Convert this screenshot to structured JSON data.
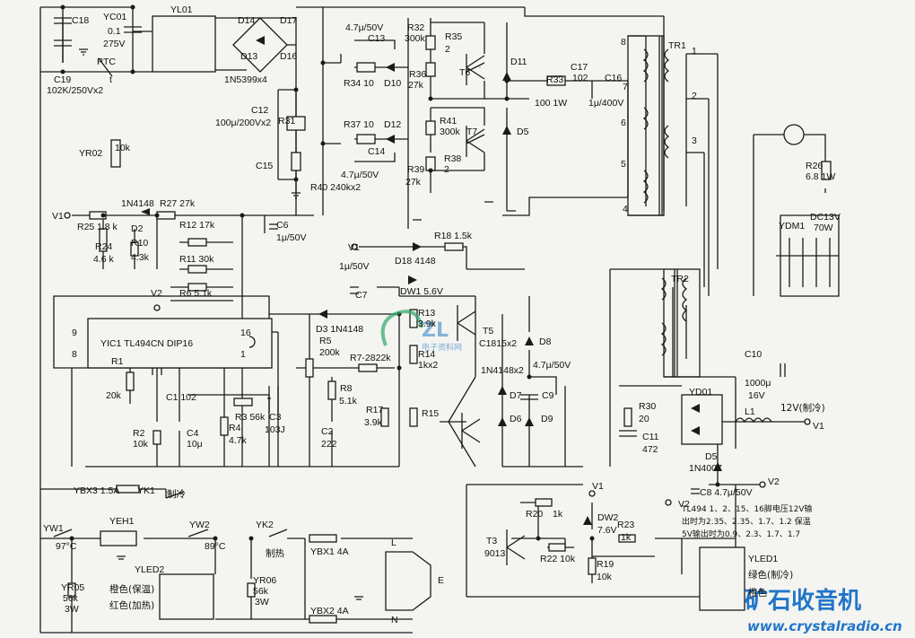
{
  "watermark": {
    "logo_text": "ZL",
    "logo_sub": "电子资料网",
    "site_name": "矿石收音机",
    "site_url": "www.crystalradio.cn"
  },
  "notes": [
    "TL494 1、2、15、16脚电压12V输",
    "出时为2.35、2.35、1.7、1.2 保温",
    "5V输出时为0.9、2.3、1.7、1.7"
  ],
  "labels": [
    {
      "id": "C18",
      "text": "C18"
    },
    {
      "id": "YC01",
      "text": "YC01"
    },
    {
      "id": "YC01_v",
      "text": "0.1"
    },
    {
      "id": "YC01_r",
      "text": "275V"
    },
    {
      "id": "YL01",
      "text": "YL01"
    },
    {
      "id": "D14",
      "text": "D14"
    },
    {
      "id": "D17",
      "text": "D17"
    },
    {
      "id": "D13",
      "text": "D13"
    },
    {
      "id": "D16",
      "text": "D16"
    },
    {
      "id": "PTC",
      "text": "PTC"
    },
    {
      "id": "C19",
      "text": "C19"
    },
    {
      "id": "C19_v",
      "text": "102K/250Vx2"
    },
    {
      "id": "bridge",
      "text": "1N5399x4"
    },
    {
      "id": "C13_v",
      "text": "4.7μ/50V"
    },
    {
      "id": "C13",
      "text": "C13"
    },
    {
      "id": "R32",
      "text": "R32"
    },
    {
      "id": "R32_v",
      "text": "300k"
    },
    {
      "id": "R35",
      "text": "R35"
    },
    {
      "id": "R35_v",
      "text": "2"
    },
    {
      "id": "T6",
      "text": "T6"
    },
    {
      "id": "D11",
      "text": "D11"
    },
    {
      "id": "R34",
      "text": "R34  10"
    },
    {
      "id": "D10",
      "text": "D10"
    },
    {
      "id": "R36",
      "text": "R36"
    },
    {
      "id": "R36_v",
      "text": "27k"
    },
    {
      "id": "R33",
      "text": "R33"
    },
    {
      "id": "R33_v",
      "text": "100  1W"
    },
    {
      "id": "C17",
      "text": "C17"
    },
    {
      "id": "C17_v",
      "text": "102"
    },
    {
      "id": "C16",
      "text": "C16"
    },
    {
      "id": "C16_v",
      "text": "1μ/400V"
    },
    {
      "id": "TR1",
      "text": "TR1"
    },
    {
      "id": "C12",
      "text": "C12"
    },
    {
      "id": "C12_v",
      "text": "100μ/200Vx2"
    },
    {
      "id": "R31",
      "text": "R31"
    },
    {
      "id": "R37",
      "text": "R37  10"
    },
    {
      "id": "D12",
      "text": "D12"
    },
    {
      "id": "R41",
      "text": "R41"
    },
    {
      "id": "R41_v",
      "text": "300k"
    },
    {
      "id": "T7",
      "text": "T7"
    },
    {
      "id": "D5",
      "text": "D5"
    },
    {
      "id": "C14",
      "text": "C14"
    },
    {
      "id": "R38",
      "text": "R38"
    },
    {
      "id": "R38_v",
      "text": "2"
    },
    {
      "id": "C14_v",
      "text": "4.7μ/50V"
    },
    {
      "id": "R39",
      "text": "R39"
    },
    {
      "id": "R39_v",
      "text": "27k"
    },
    {
      "id": "C15",
      "text": "C15"
    },
    {
      "id": "R40",
      "text": "R40 240kx2"
    },
    {
      "id": "YR02",
      "text": "YR02"
    },
    {
      "id": "YR02_v",
      "text": "10k"
    },
    {
      "id": "R26",
      "text": "R26"
    },
    {
      "id": "R26_v",
      "text": "6.8  1W"
    },
    {
      "id": "YDM1",
      "text": "YDM1"
    },
    {
      "id": "DC13V",
      "text": "DC13V"
    },
    {
      "id": "70W",
      "text": "70W"
    },
    {
      "id": "p8",
      "text": "8"
    },
    {
      "id": "p7",
      "text": "7"
    },
    {
      "id": "p6",
      "text": "6"
    },
    {
      "id": "p5",
      "text": "5"
    },
    {
      "id": "p4",
      "text": "4"
    },
    {
      "id": "p1",
      "text": "1"
    },
    {
      "id": "p2",
      "text": "2"
    },
    {
      "id": "p3",
      "text": "3"
    },
    {
      "id": "D2a",
      "text": "1N4148"
    },
    {
      "id": "R27",
      "text": "R27  27k"
    },
    {
      "id": "V1a",
      "text": "V1"
    },
    {
      "id": "R25",
      "text": "R25"
    },
    {
      "id": "R25_v",
      "text": "1.8 k"
    },
    {
      "id": "D2",
      "text": "D2"
    },
    {
      "id": "R12",
      "text": "R12  17k"
    },
    {
      "id": "C6",
      "text": "C6"
    },
    {
      "id": "C6_v",
      "text": "1μ/50V"
    },
    {
      "id": "R24",
      "text": "R24"
    },
    {
      "id": "R24_v",
      "text": "4.6 k"
    },
    {
      "id": "R10",
      "text": "R10"
    },
    {
      "id": "R10_v",
      "text": "4.3k"
    },
    {
      "id": "R11",
      "text": "R11  30k"
    },
    {
      "id": "V1b",
      "text": "V1"
    },
    {
      "id": "R18",
      "text": "R18  1.5k"
    },
    {
      "id": "D18",
      "text": "D18  4148"
    },
    {
      "id": "C7_v",
      "text": "1μ/50V"
    },
    {
      "id": "C7",
      "text": "C7"
    },
    {
      "id": "DW1",
      "text": "DW1  5.6V"
    },
    {
      "id": "TR2",
      "text": "TR2"
    },
    {
      "id": "R6",
      "text": "R6  5.1k"
    },
    {
      "id": "V2a",
      "text": "V2"
    },
    {
      "id": "D3",
      "text": "D3  1N4148"
    },
    {
      "id": "R13",
      "text": "R13"
    },
    {
      "id": "R13_v",
      "text": "3.9k"
    },
    {
      "id": "T5",
      "text": "T5"
    },
    {
      "id": "C1815",
      "text": "C1815x2"
    },
    {
      "id": "D8",
      "text": "D8"
    },
    {
      "id": "pin9",
      "text": "9"
    },
    {
      "id": "pin8",
      "text": "8"
    },
    {
      "id": "pin16",
      "text": "16"
    },
    {
      "id": "pin1",
      "text": "1"
    },
    {
      "id": "IC",
      "text": "YIC1  TL494CN  DIP16"
    },
    {
      "id": "R5",
      "text": "R5"
    },
    {
      "id": "R5_v",
      "text": "200k"
    },
    {
      "id": "R7",
      "text": "R7-2822k"
    },
    {
      "id": "R14",
      "text": "R14"
    },
    {
      "id": "R14_v",
      "text": "1kx2"
    },
    {
      "id": "D4148x2",
      "text": "1N4148x2"
    },
    {
      "id": "C9_v",
      "text": "4.7μ/50V"
    },
    {
      "id": "C10",
      "text": "C10"
    },
    {
      "id": "C10_v",
      "text": "1000μ"
    },
    {
      "id": "C10_r",
      "text": "16V"
    },
    {
      "id": "R1",
      "text": "R1"
    },
    {
      "id": "R1_v",
      "text": "20k"
    },
    {
      "id": "C1",
      "text": "C1  102"
    },
    {
      "id": "R8",
      "text": "R8"
    },
    {
      "id": "R8_v",
      "text": "5.1k"
    },
    {
      "id": "D7",
      "text": "D7"
    },
    {
      "id": "C9",
      "text": "C9"
    },
    {
      "id": "YD01",
      "text": "YD01"
    },
    {
      "id": "R30",
      "text": "R30"
    },
    {
      "id": "R30_v",
      "text": "20"
    },
    {
      "id": "L1",
      "text": "L1"
    },
    {
      "id": "out12",
      "text": "12V(制冷)"
    },
    {
      "id": "V1c",
      "text": "V1"
    },
    {
      "id": "R3",
      "text": "R3  56k"
    },
    {
      "id": "C3",
      "text": "C3"
    },
    {
      "id": "C3_v",
      "text": "103J"
    },
    {
      "id": "R17",
      "text": "R17"
    },
    {
      "id": "R17_v",
      "text": "3.9k"
    },
    {
      "id": "R15",
      "text": "R15"
    },
    {
      "id": "D6",
      "text": "D6"
    },
    {
      "id": "D9",
      "text": "D9"
    },
    {
      "id": "C11",
      "text": "C11"
    },
    {
      "id": "C11_v",
      "text": "472"
    },
    {
      "id": "R2",
      "text": "R2"
    },
    {
      "id": "R2_v",
      "text": "10k"
    },
    {
      "id": "C4",
      "text": "C4"
    },
    {
      "id": "C4_v",
      "text": "10μ"
    },
    {
      "id": "R4",
      "text": "R4"
    },
    {
      "id": "R4_v",
      "text": "4.7k"
    },
    {
      "id": "C2",
      "text": "C2"
    },
    {
      "id": "C2_v",
      "text": "222"
    },
    {
      "id": "D5b",
      "text": "D5"
    },
    {
      "id": "D5b_v",
      "text": "1N4007"
    },
    {
      "id": "V2b",
      "text": "V2"
    },
    {
      "id": "V1d",
      "text": "V1"
    },
    {
      "id": "C8",
      "text": "C8  4.7μ/50V"
    },
    {
      "id": "V2c",
      "text": "V2"
    },
    {
      "id": "YBX3",
      "text": "YBX3  1.5A"
    },
    {
      "id": "YK1",
      "text": "YK1"
    },
    {
      "id": "cool",
      "text": "制冷"
    },
    {
      "id": "R20",
      "text": "R20"
    },
    {
      "id": "R20_v",
      "text": "1k"
    },
    {
      "id": "DW2",
      "text": "DW2"
    },
    {
      "id": "DW2_v",
      "text": "7.6V"
    },
    {
      "id": "R23",
      "text": "R23"
    },
    {
      "id": "R23_v",
      "text": "1k"
    },
    {
      "id": "YW1",
      "text": "YW1"
    },
    {
      "id": "YEH1",
      "text": "YEH1"
    },
    {
      "id": "YW2",
      "text": "YW2"
    },
    {
      "id": "YK2",
      "text": "YK2"
    },
    {
      "id": "t97",
      "text": "97°C"
    },
    {
      "id": "t89",
      "text": "89°C"
    },
    {
      "id": "heat",
      "text": "制热"
    },
    {
      "id": "YBX1",
      "text": "YBX1  4A"
    },
    {
      "id": "T3",
      "text": "T3"
    },
    {
      "id": "T3_v",
      "text": "9013"
    },
    {
      "id": "R22",
      "text": "R22  10k"
    },
    {
      "id": "R19",
      "text": "R19"
    },
    {
      "id": "R19_v",
      "text": "10k"
    },
    {
      "id": "YLED1",
      "text": "YLED1"
    },
    {
      "id": "green",
      "text": "绿色(制冷)"
    },
    {
      "id": "orange2",
      "text": "橙色"
    },
    {
      "id": "L",
      "text": "L"
    },
    {
      "id": "E",
      "text": "E"
    },
    {
      "id": "N",
      "text": "N"
    },
    {
      "id": "YR05",
      "text": "YR05"
    },
    {
      "id": "YR05_v",
      "text": "56k"
    },
    {
      "id": "YR05_r",
      "text": "3W"
    },
    {
      "id": "YLED2",
      "text": "YLED2"
    },
    {
      "id": "orange",
      "text": "橙色(保温)"
    },
    {
      "id": "red",
      "text": "红色(加热)"
    },
    {
      "id": "YR06",
      "text": "YR06"
    },
    {
      "id": "YR06_v",
      "text": "56k"
    },
    {
      "id": "YR06_r",
      "text": "3W"
    },
    {
      "id": "YBX2",
      "text": "YBX2  4A"
    },
    {
      "id": "t_dots",
      "text": "t"
    }
  ]
}
